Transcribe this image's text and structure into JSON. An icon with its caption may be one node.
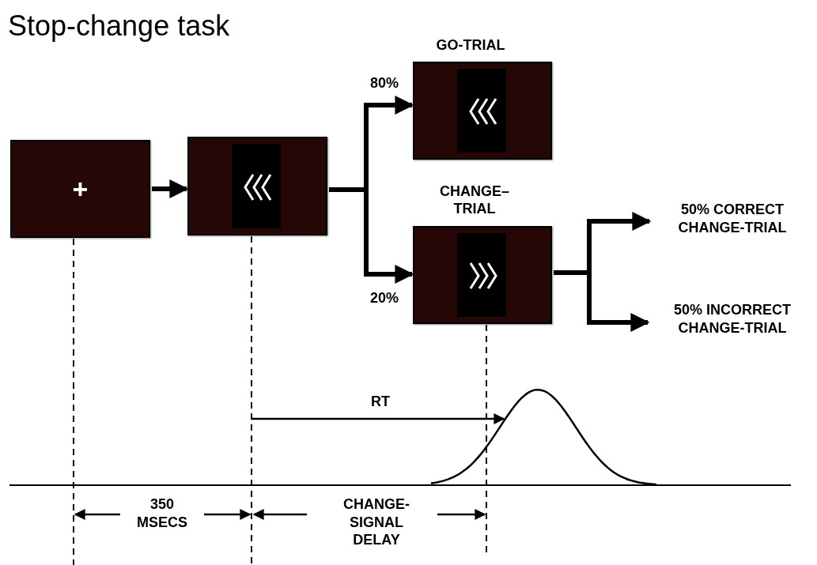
{
  "diagram": {
    "title": "Stop-change task",
    "nodes": [
      {
        "text": [
          "+"
        ]
      },
      {
        "text": [],
        "shape": "box"
      },
      {
        "text": [
          "GO-TRIAL"
        ]
      },
      {
        "text": [
          "CHANGE– TRIAL"
        ]
      },
      {
        "text": [
          "50% CORRECT CHANGE-TRIAL"
        ]
      },
      {
        "text": [
          "50% INCORRECT CHANGE-TRIAL"
        ]
      }
    ],
    "edges": [
      {
        "from": 0,
        "to": 1,
        "arrow": "to"
      },
      {
        "from": 1,
        "to": 2,
        "arrow": "to",
        "label": "80%"
      },
      {
        "from": 1,
        "to": 3,
        "arrow": "to",
        "label": "20%"
      },
      {
        "from": 3,
        "to": 4,
        "arrow": "to"
      },
      {
        "from": 3,
        "to": 5,
        "arrow": "to"
      }
    ],
    "labels": [
      "RT",
      "350 MSECS",
      "CHANGE- SIGNAL DELAY"
    ]
  }
}
